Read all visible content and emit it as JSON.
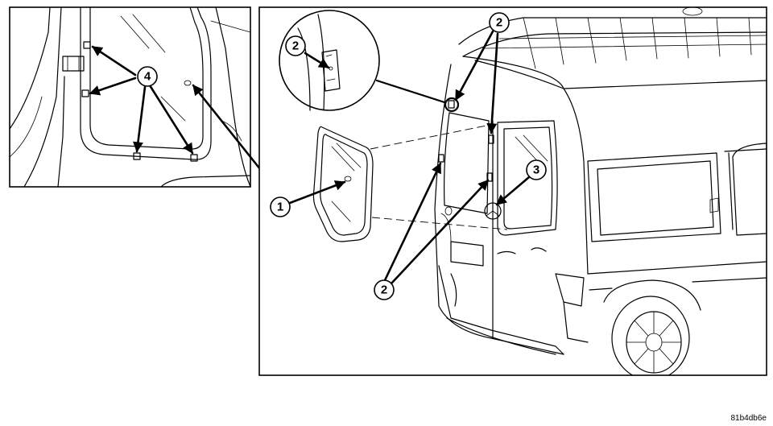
{
  "callouts": {
    "inset_fasteners": "4",
    "window_glass": "1",
    "detail_clip": "2",
    "upper_clips": "2",
    "lower_clips": "2",
    "emblem": "3"
  },
  "figure_ref": "81b4db6e"
}
